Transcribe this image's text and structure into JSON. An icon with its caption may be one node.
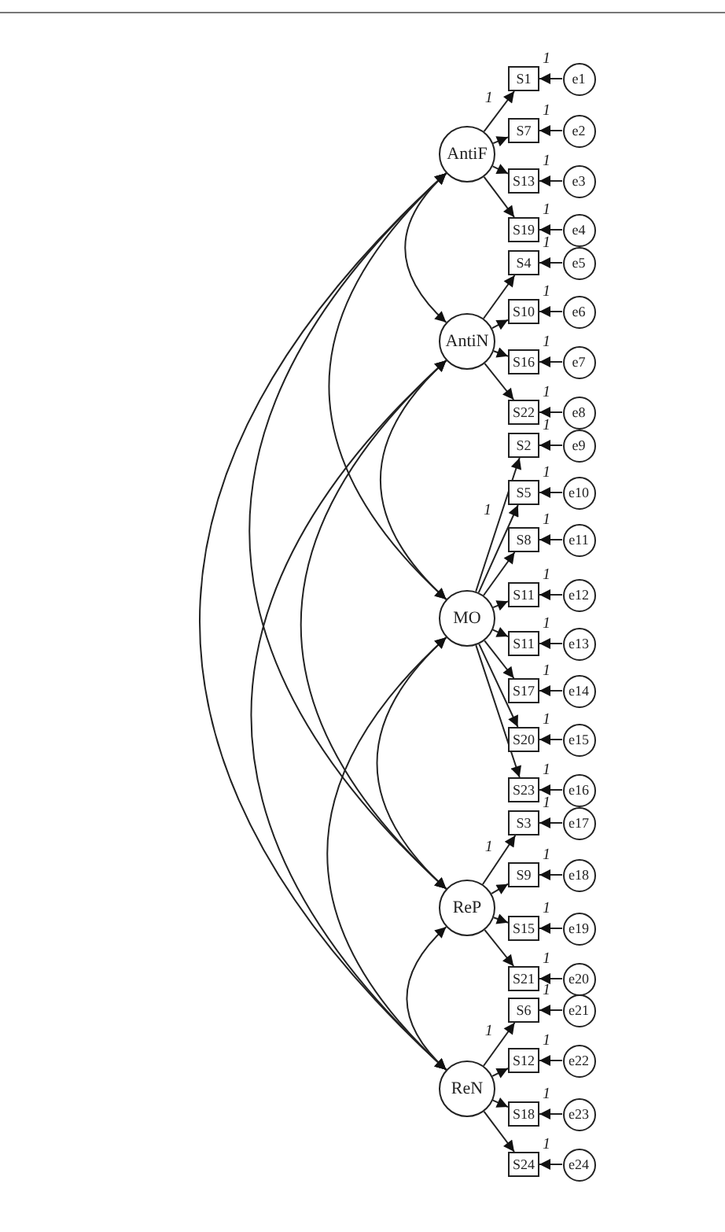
{
  "diagram": {
    "nodes": [
      {
        "text": [
          "AntiF"
        ]
      },
      {
        "text": [
          "AntiN"
        ]
      },
      {
        "text": [
          "MO"
        ]
      },
      {
        "text": [
          "ReP"
        ]
      },
      {
        "text": [
          "ReN"
        ]
      },
      {
        "text": [
          "S1"
        ]
      },
      {
        "text": [
          "S7"
        ]
      },
      {
        "text": [
          "S13"
        ]
      },
      {
        "text": [
          "S19"
        ]
      },
      {
        "text": [
          "S4"
        ]
      },
      {
        "text": [
          "S10"
        ]
      },
      {
        "text": [
          "S16"
        ]
      },
      {
        "text": [
          "S22"
        ]
      },
      {
        "text": [
          "S2"
        ]
      },
      {
        "text": [
          "S5"
        ]
      },
      {
        "text": [
          "S8"
        ]
      },
      {
        "text": [
          "S11"
        ]
      },
      {
        "text": [
          "S11"
        ]
      },
      {
        "text": [
          "S17"
        ]
      },
      {
        "text": [
          "S20"
        ]
      },
      {
        "text": [
          "S23"
        ]
      },
      {
        "text": [
          "S3"
        ]
      },
      {
        "text": [
          "S9"
        ]
      },
      {
        "text": [
          "S15"
        ]
      },
      {
        "text": [
          "S21"
        ]
      },
      {
        "text": [
          "S6"
        ]
      },
      {
        "text": [
          "S12"
        ]
      },
      {
        "text": [
          "S18"
        ]
      },
      {
        "text": [
          "S24"
        ]
      },
      {
        "text": [
          "e1"
        ]
      },
      {
        "text": [
          "e2"
        ]
      },
      {
        "text": [
          "e3"
        ]
      },
      {
        "text": [
          "e4"
        ]
      },
      {
        "text": [
          "e5"
        ]
      },
      {
        "text": [
          "e6"
        ]
      },
      {
        "text": [
          "e7"
        ]
      },
      {
        "text": [
          "e8"
        ]
      },
      {
        "text": [
          "e9"
        ]
      },
      {
        "text": [
          "e10"
        ]
      },
      {
        "text": [
          "e11"
        ]
      },
      {
        "text": [
          "e12"
        ]
      },
      {
        "text": [
          "e13"
        ]
      },
      {
        "text": [
          "e14"
        ]
      },
      {
        "text": [
          "e15"
        ]
      },
      {
        "text": [
          "e16"
        ]
      },
      {
        "text": [
          "e17"
        ]
      },
      {
        "text": [
          "e18"
        ]
      },
      {
        "text": [
          "e19"
        ]
      },
      {
        "text": [
          "e20"
        ]
      },
      {
        "text": [
          "e21"
        ]
      },
      {
        "text": [
          "e22"
        ]
      },
      {
        "text": [
          "e23"
        ]
      },
      {
        "text": [
          "e24"
        ]
      }
    ],
    "edges": [
      {
        "from": 0,
        "to": 5,
        "arrow": "to",
        "label": "1"
      },
      {
        "from": 0,
        "to": 6,
        "arrow": "to"
      },
      {
        "from": 0,
        "to": 7,
        "arrow": "to"
      },
      {
        "from": 0,
        "to": 8,
        "arrow": "to"
      },
      {
        "from": 1,
        "to": 9,
        "arrow": "to"
      },
      {
        "from": 1,
        "to": 10,
        "arrow": "to"
      },
      {
        "from": 1,
        "to": 11,
        "arrow": "to"
      },
      {
        "from": 1,
        "to": 12,
        "arrow": "to"
      },
      {
        "from": 2,
        "to": 13,
        "arrow": "to",
        "label": "1"
      },
      {
        "from": 2,
        "to": 14,
        "arrow": "to"
      },
      {
        "from": 2,
        "to": 15,
        "arrow": "to"
      },
      {
        "from": 2,
        "to": 16,
        "arrow": "to"
      },
      {
        "from": 2,
        "to": 17,
        "arrow": "to"
      },
      {
        "from": 2,
        "to": 18,
        "arrow": "to"
      },
      {
        "from": 2,
        "to": 19,
        "arrow": "to"
      },
      {
        "from": 2,
        "to": 20,
        "arrow": "to"
      },
      {
        "from": 3,
        "to": 21,
        "arrow": "to",
        "label": "1"
      },
      {
        "from": 3,
        "to": 22,
        "arrow": "to"
      },
      {
        "from": 3,
        "to": 23,
        "arrow": "to"
      },
      {
        "from": 3,
        "to": 24,
        "arrow": "to"
      },
      {
        "from": 4,
        "to": 25,
        "arrow": "to",
        "label": "1"
      },
      {
        "from": 4,
        "to": 26,
        "arrow": "to"
      },
      {
        "from": 4,
        "to": 27,
        "arrow": "to"
      },
      {
        "from": 4,
        "to": 28,
        "arrow": "to"
      },
      {
        "from": 29,
        "to": 5,
        "arrow": "to",
        "label": "1"
      },
      {
        "from": 30,
        "to": 6,
        "arrow": "to",
        "label": "1"
      },
      {
        "from": 31,
        "to": 7,
        "arrow": "to",
        "label": "1"
      },
      {
        "from": 32,
        "to": 8,
        "arrow": "to",
        "label": "1"
      },
      {
        "from": 33,
        "to": 9,
        "arrow": "to",
        "label": "1"
      },
      {
        "from": 34,
        "to": 10,
        "arrow": "to",
        "label": "1"
      },
      {
        "from": 35,
        "to": 11,
        "arrow": "to",
        "label": "1"
      },
      {
        "from": 36,
        "to": 12,
        "arrow": "to",
        "label": "1"
      },
      {
        "from": 37,
        "to": 13,
        "arrow": "to",
        "label": "1"
      },
      {
        "from": 38,
        "to": 14,
        "arrow": "to",
        "label": "1"
      },
      {
        "from": 39,
        "to": 15,
        "arrow": "to",
        "label": "1"
      },
      {
        "from": 40,
        "to": 16,
        "arrow": "to",
        "label": "1"
      },
      {
        "from": 41,
        "to": 17,
        "arrow": "to",
        "label": "1"
      },
      {
        "from": 42,
        "to": 18,
        "arrow": "to",
        "label": "1"
      },
      {
        "from": 43,
        "to": 19,
        "arrow": "to",
        "label": "1"
      },
      {
        "from": 44,
        "to": 20,
        "arrow": "to",
        "label": "1"
      },
      {
        "from": 45,
        "to": 21,
        "arrow": "to",
        "label": "1"
      },
      {
        "from": 46,
        "to": 22,
        "arrow": "to",
        "label": "1"
      },
      {
        "from": 47,
        "to": 23,
        "arrow": "to",
        "label": "1"
      },
      {
        "from": 48,
        "to": 24,
        "arrow": "to",
        "label": "1"
      },
      {
        "from": 49,
        "to": 25,
        "arrow": "to",
        "label": "1"
      },
      {
        "from": 50,
        "to": 26,
        "arrow": "to",
        "label": "1"
      },
      {
        "from": 51,
        "to": 27,
        "arrow": "to",
        "label": "1"
      },
      {
        "from": 52,
        "to": 28,
        "arrow": "to",
        "label": "1"
      },
      {
        "from": 0,
        "to": 1,
        "arrow": "both"
      },
      {
        "from": 0,
        "to": 2,
        "arrow": "both"
      },
      {
        "from": 0,
        "to": 3,
        "arrow": "both"
      },
      {
        "from": 0,
        "to": 4,
        "arrow": "both"
      },
      {
        "from": 1,
        "to": 2,
        "arrow": "both"
      },
      {
        "from": 1,
        "to": 3,
        "arrow": "both"
      },
      {
        "from": 1,
        "to": 4,
        "arrow": "both"
      },
      {
        "from": 2,
        "to": 3,
        "arrow": "both"
      },
      {
        "from": 2,
        "to": 4,
        "arrow": "both"
      },
      {
        "from": 3,
        "to": 4,
        "arrow": "both"
      }
    ]
  }
}
